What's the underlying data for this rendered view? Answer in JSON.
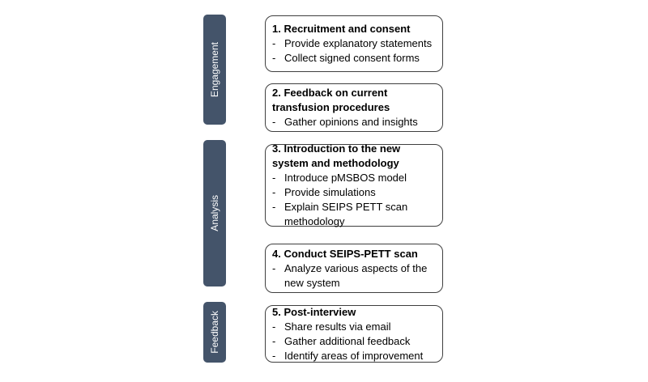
{
  "diagram": {
    "bullet_marker": "-",
    "colors": {
      "phase_bar_fill": "#44546A",
      "phase_bar_text": "#FFFFFF",
      "box_border": "#3F3F3F",
      "box_text": "#000000",
      "background": "#FFFFFF"
    },
    "phases": [
      {
        "label": "Engagement"
      },
      {
        "label": "Analysis"
      },
      {
        "label": "Feedback"
      }
    ],
    "steps": [
      {
        "title": "1. Recruitment and consent",
        "bullets": [
          "Provide explanatory statements",
          "Collect signed consent forms"
        ]
      },
      {
        "title": "2. Feedback on current transfusion procedures",
        "bullets": [
          "Gather opinions and insights"
        ]
      },
      {
        "title": "3. Introduction to the new system and methodology",
        "bullets": [
          "Introduce pMSBOS model",
          "Provide simulations",
          "Explain SEIPS PETT scan methodology"
        ]
      },
      {
        "title": "4. Conduct SEIPS-PETT scan",
        "bullets": [
          "Analyze various aspects of the new system"
        ]
      },
      {
        "title": "5. Post-interview",
        "bullets": [
          "Share results via email",
          "Gather additional feedback",
          "Identify areas of improvement"
        ]
      }
    ]
  }
}
